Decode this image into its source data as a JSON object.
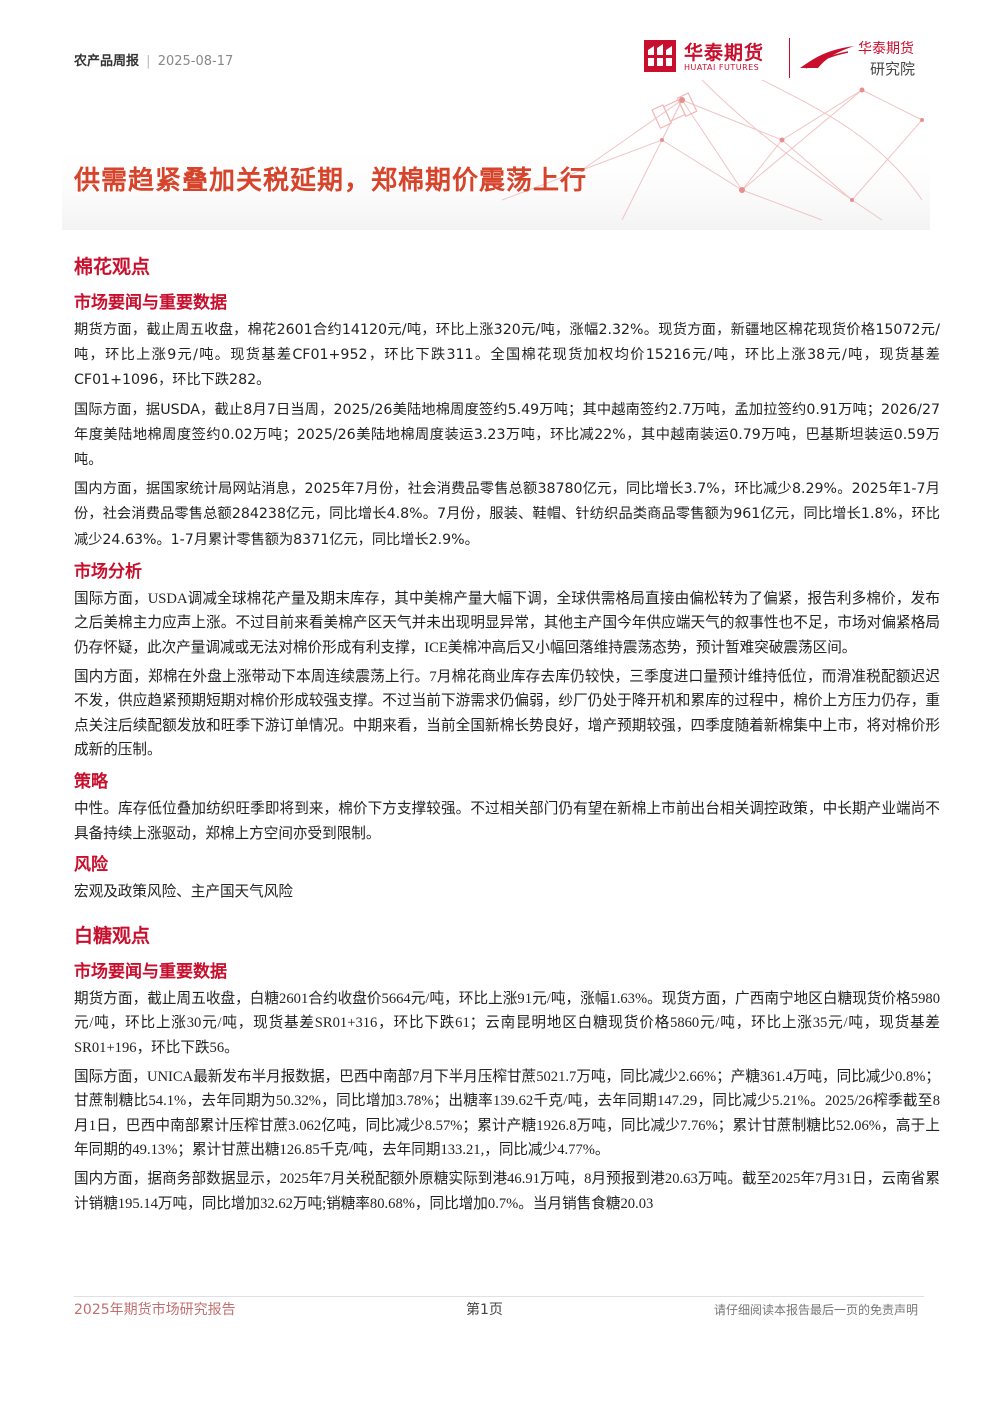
{
  "header": {
    "category": "农产品周报",
    "separator": "|",
    "date": "2025-08-17",
    "logo_cn": "华泰期货",
    "logo_en": "HUATAI FUTURES",
    "institute_l1": "华泰期货",
    "institute_l2": "研究院"
  },
  "title": "供需趋紧叠加关税延期，郑棉期价震荡上行",
  "cotton": {
    "heading": "棉花观点",
    "news_heading": "市场要闻与重要数据",
    "news": [
      "期货方面，截止周五收盘，棉花2601合约14120元/吨，环比上涨320元/吨，涨幅2.32%。现货方面，新疆地区棉花现货价格15072元/吨，环比上涨9元/吨。现货基差CF01+952，环比下跌311。全国棉花现货加权均价15216元/吨，环比上涨38元/吨，现货基差CF01+1096，环比下跌282。",
      "国际方面，据USDA，截止8月7日当周，2025/26美陆地棉周度签约5.49万吨；其中越南签约2.7万吨，孟加拉签约0.91万吨；2026/27年度美陆地棉周度签约0.02万吨；2025/26美陆地棉周度装运3.23万吨，环比减22%，其中越南装运0.79万吨，巴基斯坦装运0.59万吨。",
      "国内方面，据国家统计局网站消息，2025年7月份，社会消费品零售总额38780亿元，同比增长3.7%，环比减少8.29%。2025年1-7月份，社会消费品零售总额284238亿元，同比增长4.8%。7月份，服装、鞋帽、针纺织品类商品零售额为961亿元，同比增长1.8%，环比减少24.63%。1-7月累计零售额为8371亿元，同比增长2.9%。"
    ],
    "analysis_heading": "市场分析",
    "analysis": [
      "国际方面，USDA调减全球棉花产量及期末库存，其中美棉产量大幅下调，全球供需格局直接由偏松转为了偏紧，报告利多棉价，发布之后美棉主力应声上涨。不过目前来看美棉产区天气并未出现明显异常，其他主产国今年供应端天气的叙事性也不足，市场对偏紧格局仍存怀疑，此次产量调减或无法对棉价形成有利支撑，ICE美棉冲高后又小幅回落维持震荡态势，预计暂难突破震荡区间。",
      "国内方面，郑棉在外盘上涨带动下本周连续震荡上行。7月棉花商业库存去库仍较快，三季度进口量预计维持低位，而滑准税配额迟迟不发，供应趋紧预期短期对棉价形成较强支撑。不过当前下游需求仍偏弱，纱厂仍处于降开机和累库的过程中，棉价上方压力仍存，重点关注后续配额发放和旺季下游订单情况。中期来看，当前全国新棉长势良好，增产预期较强，四季度随着新棉集中上市，将对棉价形成新的压制。"
    ],
    "strategy_heading": "策略",
    "strategy": "中性。库存低位叠加纺织旺季即将到来，棉价下方支撑较强。不过相关部门仍有望在新棉上市前出台相关调控政策，中长期产业端尚不具备持续上涨驱动，郑棉上方空间亦受到限制。",
    "risk_heading": "风险",
    "risk": "宏观及政策风险、主产国天气风险"
  },
  "sugar": {
    "heading": "白糖观点",
    "news_heading": "市场要闻与重要数据",
    "news": [
      "期货方面，截止周五收盘，白糖2601合约收盘价5664元/吨，环比上涨91元/吨，涨幅1.63%。现货方面，广西南宁地区白糖现货价格5980元/吨，环比上涨30元/吨，现货基差SR01+316，环比下跌61；云南昆明地区白糖现货价格5860元/吨，环比上涨35元/吨，现货基差SR01+196，环比下跌56。",
      "国际方面，UNICA最新发布半月报数据，巴西中南部7月下半月压榨甘蔗5021.7万吨，同比减少2.66%；产糖361.4万吨，同比减少0.8%；甘蔗制糖比54.1%，去年同期为50.32%，同比增加3.78%；出糖率139.62千克/吨，去年同期147.29，同比减少5.21%。2025/26榨季截至8月1日，巴西中南部累计压榨甘蔗3.062亿吨，同比减少8.57%；累计产糖1926.8万吨，同比减少7.76%；累计甘蔗制糖比52.06%，高于上年同期的49.13%；累计甘蔗出糖126.85千克/吨，去年同期133.21,，同比减少4.77%。",
      "国内方面，据商务部数据显示，2025年7月关税配额外原糖实际到港46.91万吨，8月预报到港20.63万吨。截至2025年7月31日，云南省累计销糖195.14万吨，同比增加32.62万吨;销糖率80.68%，同比增加0.7%。当月销售食糖20.03"
    ]
  },
  "footer": {
    "left": "2025年期货市场研究报告",
    "center": "第1页",
    "right": "请仔细阅读本报告最后一页的免责声明"
  }
}
